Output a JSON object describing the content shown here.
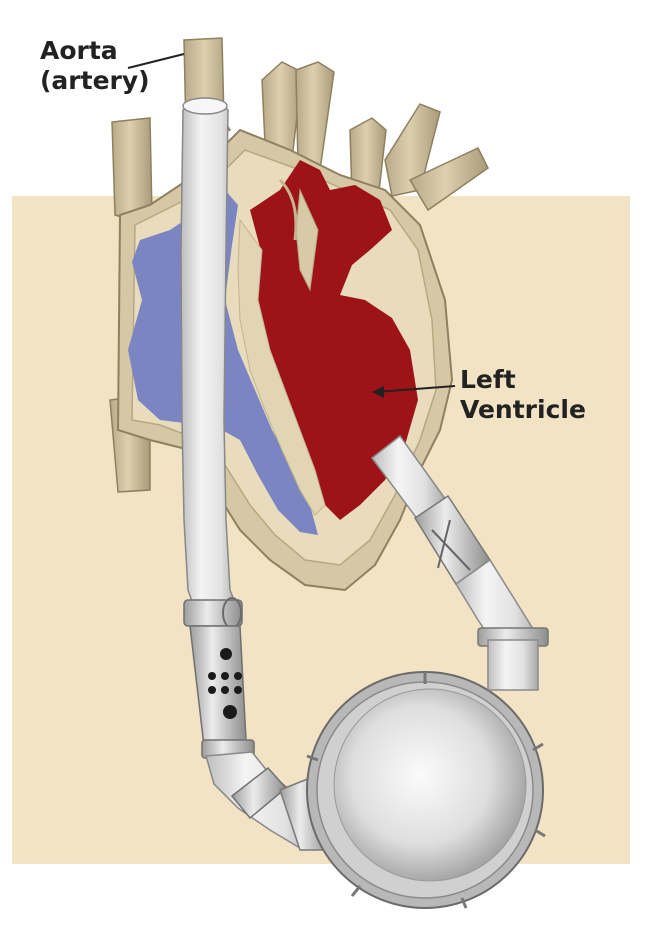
{
  "labels": {
    "aorta_line1": "Aorta",
    "aorta_line2": "(artery)",
    "ventricle_line1": "Left",
    "ventricle_line2": "Ventricle"
  },
  "colors": {
    "page_background": "#ffffff",
    "panel_background": "#f1e3c3",
    "heart_outer_wall": "#d6c8a4",
    "heart_inner_rim": "#e8dcbc",
    "vessel_tan": "#cfc1a0",
    "vessel_shadow": "#a89b7c",
    "venous_blood_blue": "#7b85c2",
    "arterial_blood_red": "#9e1318",
    "device_silver_light": "#f0f0f0",
    "device_silver_mid": "#c8c8c8",
    "device_silver_dark": "#8a8a8a",
    "label_text": "#222222"
  }
}
